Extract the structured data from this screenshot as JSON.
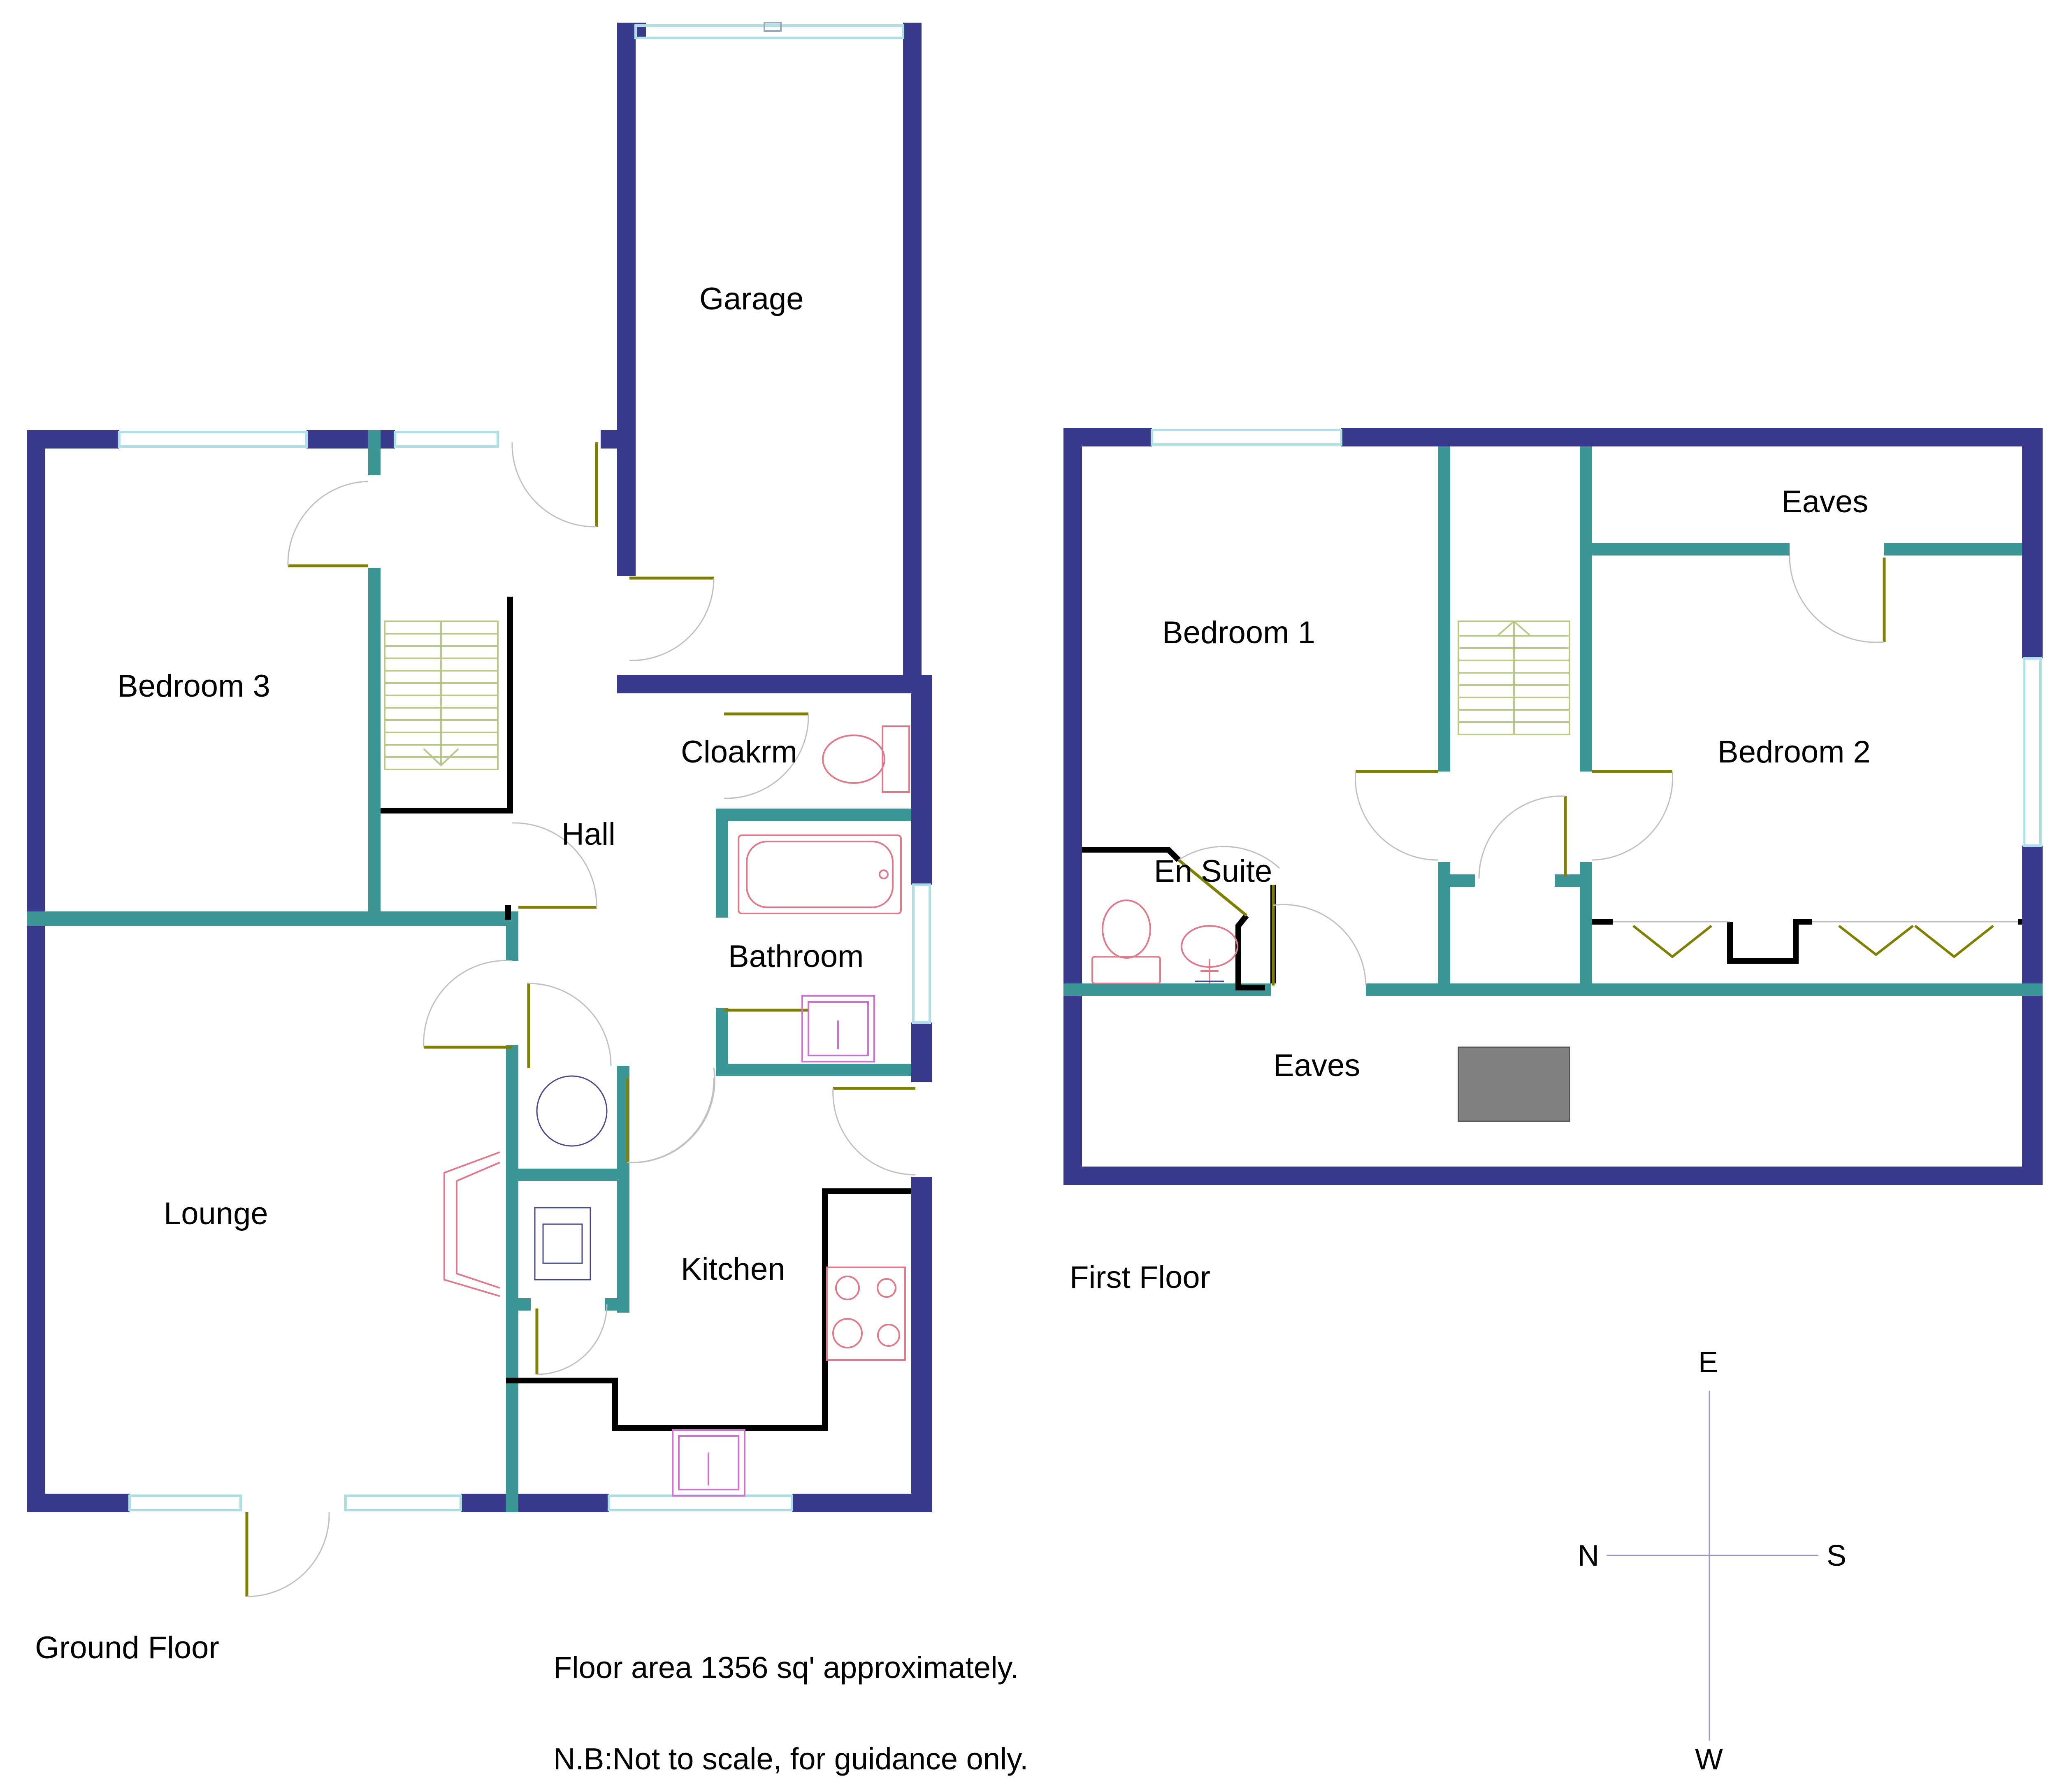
{
  "colors": {
    "outer_wall": "#3a3a8c",
    "inner_wall": "#3d9696",
    "door": "#808000",
    "fixture": "#e07a8a",
    "stairs": "#b8c98a",
    "window": "#aee0e6",
    "black_wall": "#000000",
    "compass_line": "#9a9ac8",
    "hatch_box": "#808080"
  },
  "ground_floor": {
    "title": "Ground Floor",
    "rooms": {
      "garage": "Garage",
      "bedroom3": "Bedroom 3",
      "hall": "Hall",
      "cloakroom": "Cloakrm",
      "bathroom": "Bathroom",
      "lounge": "Lounge",
      "kitchen": "Kitchen"
    }
  },
  "first_floor": {
    "title": "First Floor",
    "rooms": {
      "bedroom1": "Bedroom 1",
      "bedroom2": "Bedroom 2",
      "eaves_top": "Eaves",
      "en_suite": "En Suite",
      "eaves_bottom": "Eaves"
    }
  },
  "notes": {
    "area": "Floor area 1356 sq' approximately.",
    "disclaimer": "N.B:Not to scale, for guidance only."
  },
  "compass": {
    "north": "N",
    "south": "S",
    "east": "E",
    "west": "W"
  }
}
